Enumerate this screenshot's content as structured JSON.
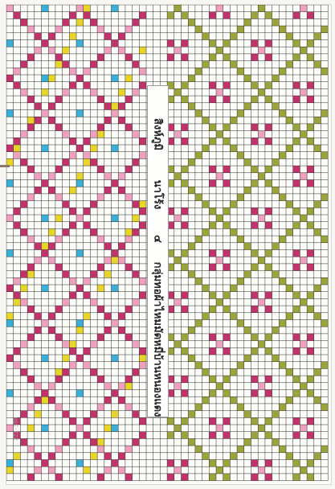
{
  "pattern": {
    "colors": {
      "grid": "#2a2a2a",
      "paper": "#fbfbf8",
      "magenta": "#c2336b",
      "yellow": "#e8d52a",
      "olive": "#9aa43a",
      "pink": "#f0a0bf",
      "cyan": "#3ab0d8"
    }
  },
  "labels": {
    "title": "สิงห์ภูมิ",
    "item2": "นาโร้ง",
    "item3": "๔",
    "group": "กลุ่มทอผ้าไหมมัดหมี่บ้านหนองแดง",
    "corner": "ZZZ-300"
  }
}
